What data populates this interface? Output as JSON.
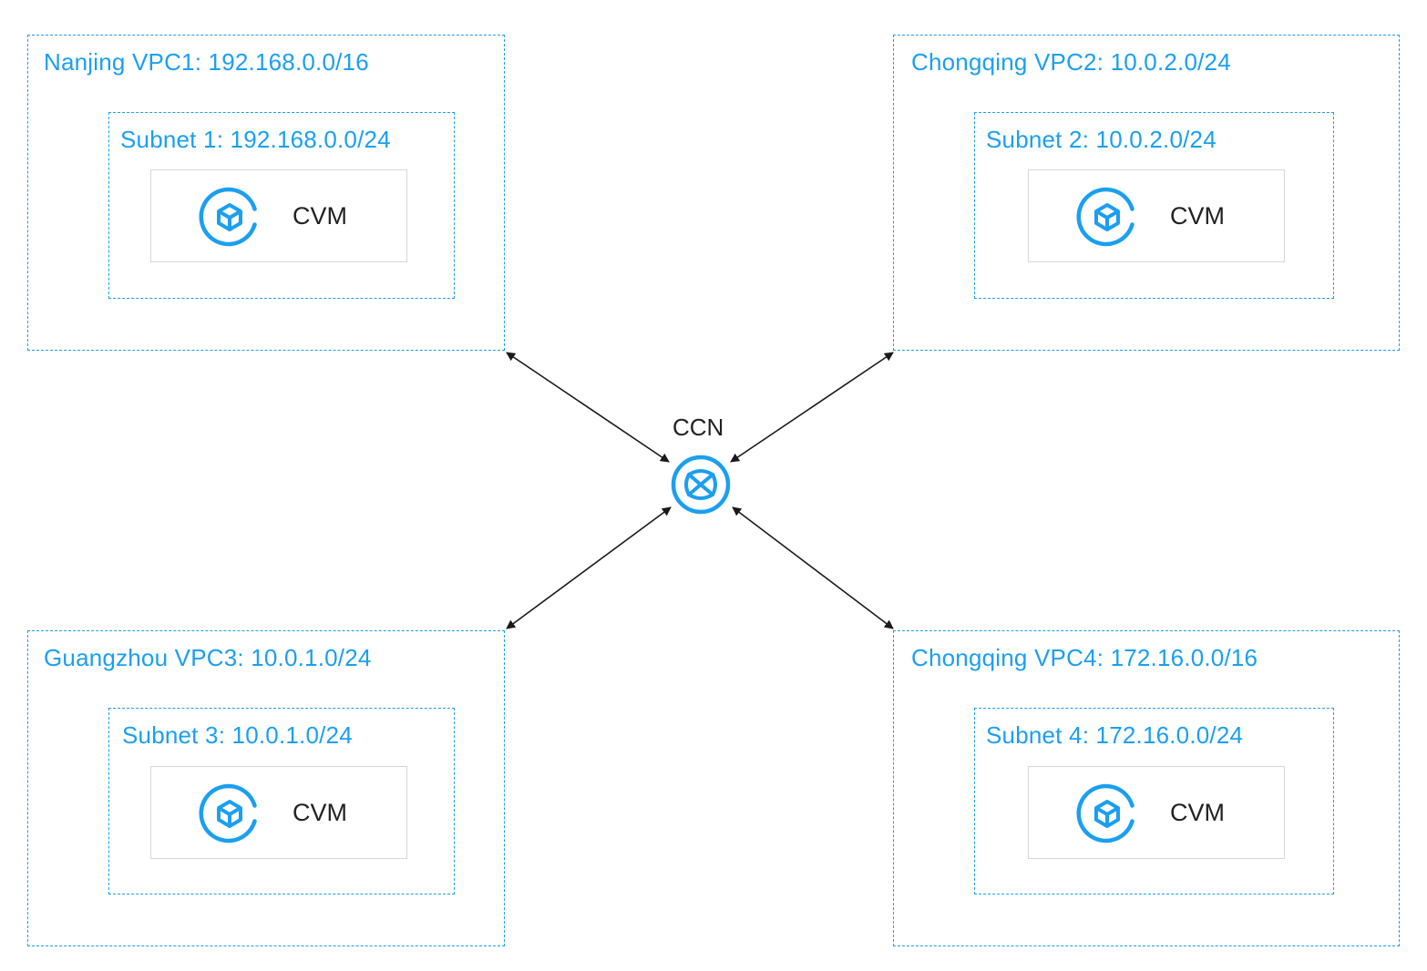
{
  "colors": {
    "accent": "#1b9ff0",
    "text": "#222222",
    "cvm_border": "#d6d6d6",
    "arrow": "#1a1a1a"
  },
  "hub": {
    "label": "CCN",
    "icon": "ccn-icon"
  },
  "vpcs": [
    {
      "title": "Nanjing VPC1: 192.168.0.0/16",
      "subnet": {
        "title": "Subnet 1: 192.168.0.0/24",
        "instance": {
          "label": "CVM",
          "icon": "cvm-icon"
        }
      }
    },
    {
      "title": "Chongqing VPC2: 10.0.2.0/24",
      "subnet": {
        "title": "Subnet 2: 10.0.2.0/24",
        "instance": {
          "label": "CVM",
          "icon": "cvm-icon"
        }
      }
    },
    {
      "title": "Guangzhou VPC3: 10.0.1.0/24",
      "subnet": {
        "title": "Subnet 3: 10.0.1.0/24",
        "instance": {
          "label": "CVM",
          "icon": "cvm-icon"
        }
      }
    },
    {
      "title": "Chongqing VPC4: 172.16.0.0/16",
      "subnet": {
        "title": "Subnet 4: 172.16.0.0/24",
        "instance": {
          "label": "CVM",
          "icon": "cvm-icon"
        }
      }
    }
  ],
  "connections": [
    {
      "from": "Nanjing VPC1",
      "to": "CCN",
      "direction": "bidirectional"
    },
    {
      "from": "Chongqing VPC2",
      "to": "CCN",
      "direction": "bidirectional"
    },
    {
      "from": "Guangzhou VPC3",
      "to": "CCN",
      "direction": "bidirectional"
    },
    {
      "from": "Chongqing VPC4",
      "to": "CCN",
      "direction": "bidirectional"
    }
  ]
}
